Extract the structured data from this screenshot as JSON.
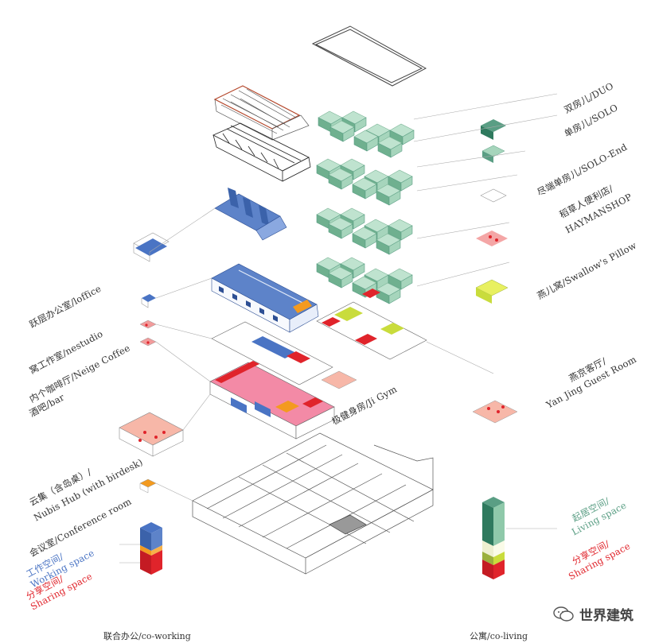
{
  "labels": {
    "duo": "双房儿/DUO",
    "solo": "单房儿/SOLO",
    "solo_end": "尽端单房儿/SOLO-End",
    "haymanshop_cn": "稻草人便利店/",
    "haymanshop_en": "HAYMANSHOP",
    "swallow": "燕儿窝/Swallow's Pillow",
    "guest_cn": "燕京客厅/",
    "guest_en": "Yan Jing Guest Room",
    "gym": "极健身房/Ji Gym",
    "loffice": "跃层办公室/loffice",
    "nestudio": "窝工作室/nestudio",
    "coffee": "内个咖啡厅/Neige Coffee",
    "bar": "酒吧/bar",
    "nubis_cn": "云集（含岛桌）/",
    "nubis_en": "Nubis Hub (with birdesk)",
    "conference": "会议室/Conference room",
    "working_cn": "工作空间/",
    "working_en": "Working space",
    "sharing_left_cn": "分享空间/",
    "sharing_left_en": "Sharing space",
    "living_cn": "起居空间/",
    "living_en": "Living space",
    "sharing_right_cn": "分享空间/",
    "sharing_right_en": "Sharing space"
  },
  "captions": {
    "coworking": "联合办公/co-working",
    "coliving": "公寓/co-living"
  },
  "watermark": "世界建筑",
  "colors": {
    "blue": "#4a74c4",
    "red": "#e0242b",
    "green": "#8fc9aa",
    "orange": "#f39a1f",
    "yellow_green": "#c9dc3c",
    "pink": "#f4a6a6"
  }
}
